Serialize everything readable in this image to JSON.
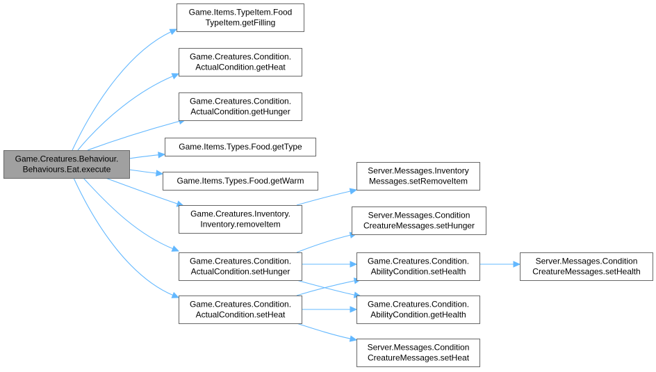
{
  "diagram": {
    "nodes": [
      {
        "id": "root",
        "lines": [
          "Game.Creatures.Behaviour.",
          "Behaviours.Eat.execute"
        ],
        "highlight": true
      },
      {
        "id": "getFilling",
        "lines": [
          "Game.Items.TypeItem.Food",
          "TypeItem.getFilling"
        ]
      },
      {
        "id": "getHeat",
        "lines": [
          "Game.Creatures.Condition.",
          "ActualCondition.getHeat"
        ]
      },
      {
        "id": "getHunger",
        "lines": [
          "Game.Creatures.Condition.",
          "ActualCondition.getHunger"
        ]
      },
      {
        "id": "getType",
        "lines": [
          "Game.Items.Types.Food.getType"
        ]
      },
      {
        "id": "getWarm",
        "lines": [
          "Game.Items.Types.Food.getWarm"
        ]
      },
      {
        "id": "removeItem",
        "lines": [
          "Game.Creatures.Inventory.",
          "Inventory.removeItem"
        ]
      },
      {
        "id": "setHunger",
        "lines": [
          "Game.Creatures.Condition.",
          "ActualCondition.setHunger"
        ]
      },
      {
        "id": "setHeat",
        "lines": [
          "Game.Creatures.Condition.",
          "ActualCondition.setHeat"
        ]
      },
      {
        "id": "setRemoveItem",
        "lines": [
          "Server.Messages.Inventory",
          "Messages.setRemoveItem"
        ]
      },
      {
        "id": "msgSetHunger",
        "lines": [
          "Server.Messages.Condition",
          "CreatureMessages.setHunger"
        ]
      },
      {
        "id": "abilSetHealth",
        "lines": [
          "Game.Creatures.Condition.",
          "AbilityCondition.setHealth"
        ]
      },
      {
        "id": "abilGetHealth",
        "lines": [
          "Game.Creatures.Condition.",
          "AbilityCondition.getHealth"
        ]
      },
      {
        "id": "msgSetHeat",
        "lines": [
          "Server.Messages.Condition",
          "CreatureMessages.setHeat"
        ]
      },
      {
        "id": "msgSetHealth",
        "lines": [
          "Server.Messages.Condition",
          "CreatureMessages.setHealth"
        ]
      }
    ],
    "edges": [
      {
        "from": "root",
        "to": "getFilling"
      },
      {
        "from": "root",
        "to": "getHeat"
      },
      {
        "from": "root",
        "to": "getHunger"
      },
      {
        "from": "root",
        "to": "getType"
      },
      {
        "from": "root",
        "to": "getWarm"
      },
      {
        "from": "root",
        "to": "removeItem"
      },
      {
        "from": "root",
        "to": "setHunger"
      },
      {
        "from": "root",
        "to": "setHeat"
      },
      {
        "from": "removeItem",
        "to": "setRemoveItem"
      },
      {
        "from": "setHunger",
        "to": "msgSetHunger"
      },
      {
        "from": "setHunger",
        "to": "abilSetHealth"
      },
      {
        "from": "setHunger",
        "to": "abilGetHealth"
      },
      {
        "from": "setHeat",
        "to": "abilSetHealth"
      },
      {
        "from": "setHeat",
        "to": "abilGetHealth"
      },
      {
        "from": "setHeat",
        "to": "msgSetHeat"
      },
      {
        "from": "abilSetHealth",
        "to": "msgSetHealth"
      }
    ],
    "colors": {
      "edge": "#63b8ff",
      "node_border": "#666666",
      "root_fill": "#a0a0a0",
      "node_fill": "#ffffff"
    }
  }
}
